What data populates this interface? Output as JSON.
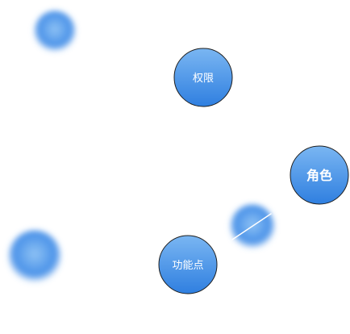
{
  "diagram": {
    "background": "#ffffff",
    "colors": {
      "node_top": "#7ab6f2",
      "node_bottom": "#2f7fe0",
      "node_stroke": "#1f1f1f",
      "link": "#ffffff"
    },
    "nodes": [
      {
        "id": "permission",
        "label": "权限",
        "style": "solid"
      },
      {
        "id": "role",
        "label": "角色",
        "style": "solid"
      },
      {
        "id": "function-point",
        "label": "功能点",
        "style": "solid"
      },
      {
        "id": "ghost-1",
        "label": "",
        "style": "blurred"
      },
      {
        "id": "ghost-2",
        "label": "",
        "style": "blurred"
      },
      {
        "id": "ghost-3",
        "label": "",
        "style": "blurred"
      }
    ],
    "links": [
      {
        "from": "ghost-3",
        "to": "role"
      }
    ]
  }
}
